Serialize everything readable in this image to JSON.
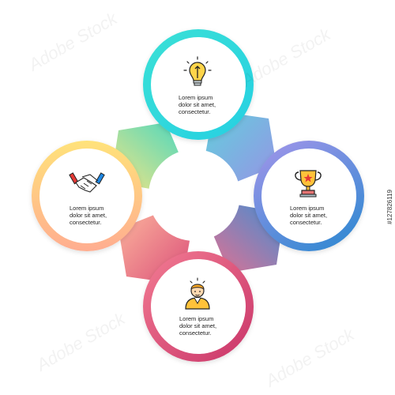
{
  "diagram": {
    "type": "four-petal-cycle",
    "nodes": [
      {
        "id": "top",
        "icon": "lightbulb-icon",
        "lines": [
          "Lorem ipsum",
          "dolor sit amet,",
          "consectetur."
        ],
        "ring_colors": [
          "#3be0d6",
          "#22cfe0"
        ]
      },
      {
        "id": "right",
        "icon": "trophy-icon",
        "lines": [
          "Lorem ipsum",
          "dolor sit amet,",
          "consectetur."
        ],
        "ring_colors": [
          "#9b8ee6",
          "#3b8fd6"
        ]
      },
      {
        "id": "bottom",
        "icon": "person-icon",
        "lines": [
          "Lorem ipsum",
          "dolor sit amet,",
          "consectetur."
        ],
        "ring_colors": [
          "#f06e8c",
          "#c9356b"
        ]
      },
      {
        "id": "left",
        "icon": "handshake-icon",
        "lines": [
          "Lorem ipsum",
          "dolor sit amet,",
          "consectetur."
        ],
        "ring_colors": [
          "#ffe27a",
          "#ffb08a"
        ]
      }
    ],
    "connector_colors": {
      "top_right": [
        "#6ec9e0",
        "#9b8ee6"
      ],
      "right_bottom": [
        "#3b8fd6",
        "#f06e8c"
      ],
      "bottom_left": [
        "#d94877",
        "#ffc0a0"
      ],
      "left_top": [
        "#fff0a0",
        "#3cd6c4"
      ]
    }
  },
  "watermark": "Adobe Stock",
  "stock_id": "#127826119"
}
